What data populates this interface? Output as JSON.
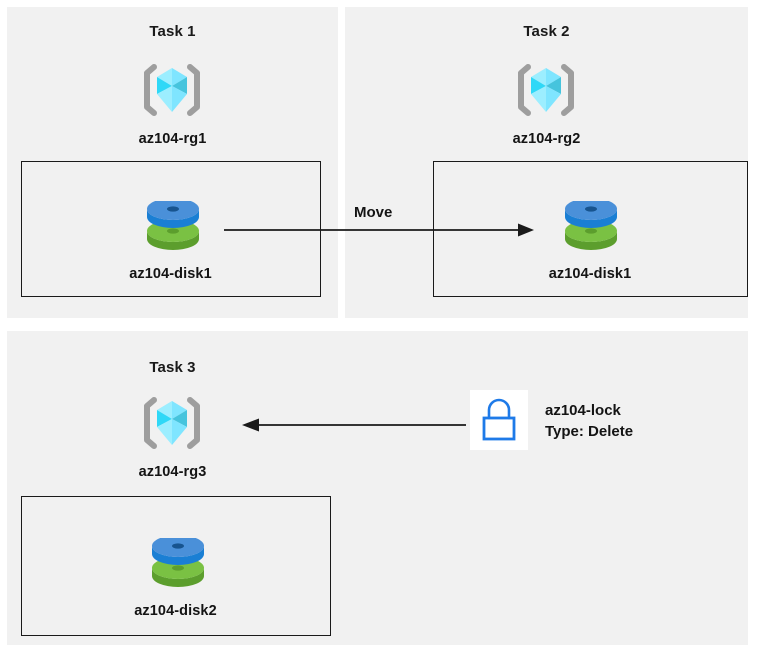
{
  "diagram": {
    "title_text_color": "#141414",
    "panel_background": "#f1f1f1",
    "page_background": "#ffffff",
    "box_border_color": "#1a1a1a",
    "arrow_color": "#1a1a1a",
    "resource_group_icon_color": "#50e6ff",
    "disk_icon_top_color": "#4a90d9",
    "disk_icon_bottom_color": "#7ac143",
    "lock_icon_color": "#1e7ae8"
  },
  "tasks": [
    {
      "title": "Task 1",
      "resource_group": {
        "label": "az104-rg1",
        "icon": "resource-group-cube-icon"
      },
      "resource": {
        "label": "az104-disk1",
        "icon": "managed-disk-icon"
      }
    },
    {
      "title": "Task 2",
      "resource_group": {
        "label": "az104-rg2",
        "icon": "resource-group-cube-icon"
      },
      "resource": {
        "label": "az104-disk1",
        "icon": "managed-disk-icon"
      }
    },
    {
      "title": "Task 3",
      "resource_group": {
        "label": "az104-rg3",
        "icon": "resource-group-cube-icon"
      },
      "resource": {
        "label": "az104-disk2",
        "icon": "managed-disk-icon"
      }
    }
  ],
  "connectors": {
    "move": {
      "label": "Move",
      "direction": "right"
    },
    "lock_apply": {
      "label": "",
      "direction": "left"
    }
  },
  "lock": {
    "icon": "padlock-icon",
    "name": "az104-lock",
    "type_line": "Type: Delete"
  }
}
